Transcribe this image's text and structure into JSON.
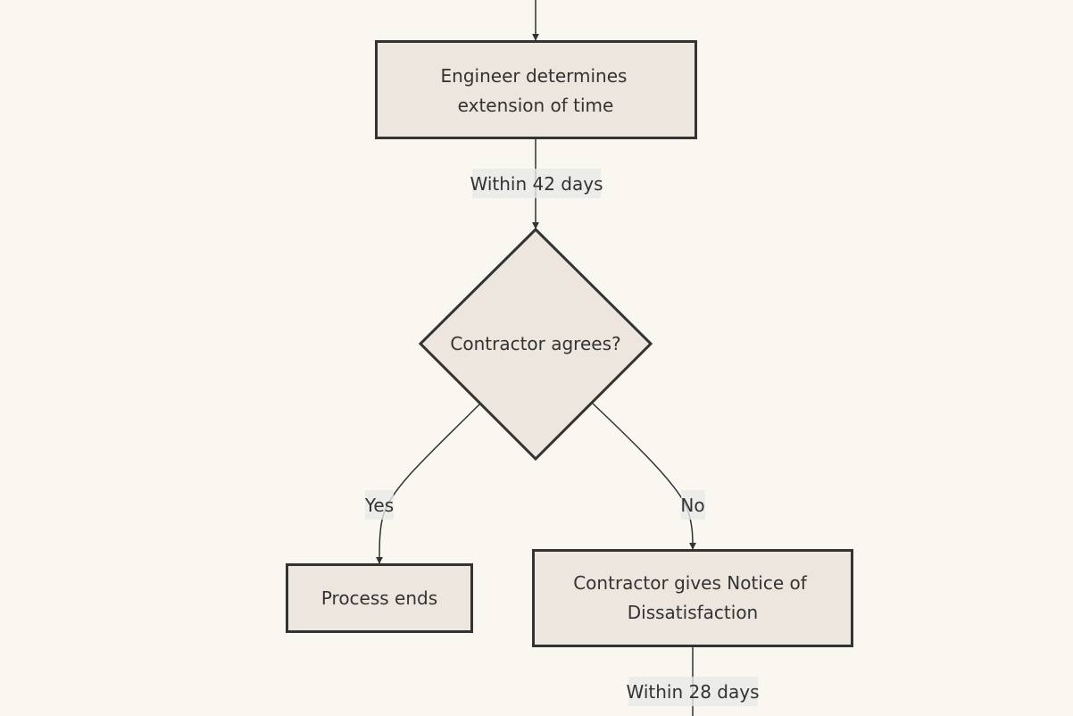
{
  "diagram": {
    "type": "flowchart",
    "direction": "top-to-bottom",
    "colors": {
      "background": "#faf7f1",
      "node_fill": "#ece6de",
      "node_stroke": "#333333",
      "edge": "#333333",
      "label_bg": "#e8e8e8",
      "text": "#333333"
    },
    "nodes": [
      {
        "id": "engineer",
        "shape": "rect",
        "lines": [
          "Engineer determines",
          "extension of time"
        ]
      },
      {
        "id": "decision",
        "shape": "diamond",
        "lines": [
          "Contractor agrees?"
        ]
      },
      {
        "id": "end",
        "shape": "rect",
        "lines": [
          "Process ends"
        ]
      },
      {
        "id": "notice",
        "shape": "rect",
        "lines": [
          "Contractor gives Notice of",
          "Dissatisfaction"
        ]
      }
    ],
    "edges": [
      {
        "from": "(above)",
        "to": "engineer",
        "label": ""
      },
      {
        "from": "engineer",
        "to": "decision",
        "label": "Within 42 days"
      },
      {
        "from": "decision",
        "to": "end",
        "label": "Yes"
      },
      {
        "from": "decision",
        "to": "notice",
        "label": "No"
      },
      {
        "from": "notice",
        "to": "(below)",
        "label": "Within 28 days"
      }
    ]
  }
}
